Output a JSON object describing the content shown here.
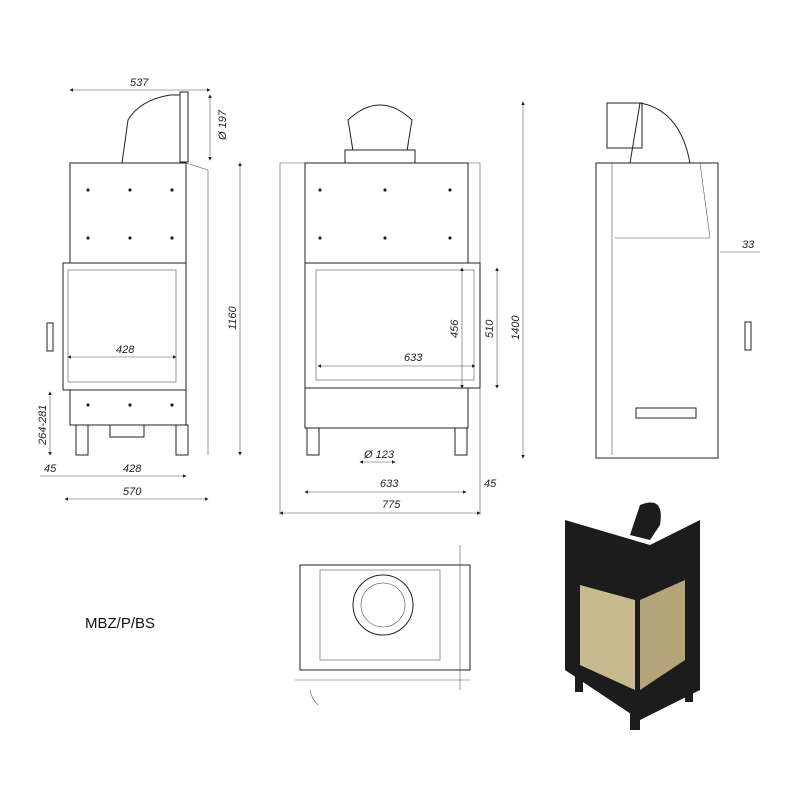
{
  "model_label": "MBZ/P/BS",
  "side_view_left": {
    "width_top": "537",
    "flue_diameter": "Ø 197",
    "height_total": "1160",
    "glass_width": "428",
    "base_height": "264-281",
    "offset": "45",
    "leg_span": "428",
    "width_total": "570"
  },
  "front_view": {
    "glass_height": "456",
    "door_height": "510",
    "height_total": "1400",
    "glass_width": "633",
    "air_inlet_diameter": "Ø 123",
    "body_width": "633",
    "offset": "45",
    "width_total": "775"
  },
  "side_view_right": {
    "depth_offset": "33"
  },
  "colors": {
    "line": "#222222",
    "photo_body": "#1c1c1c",
    "glass": "#c9b98f"
  }
}
